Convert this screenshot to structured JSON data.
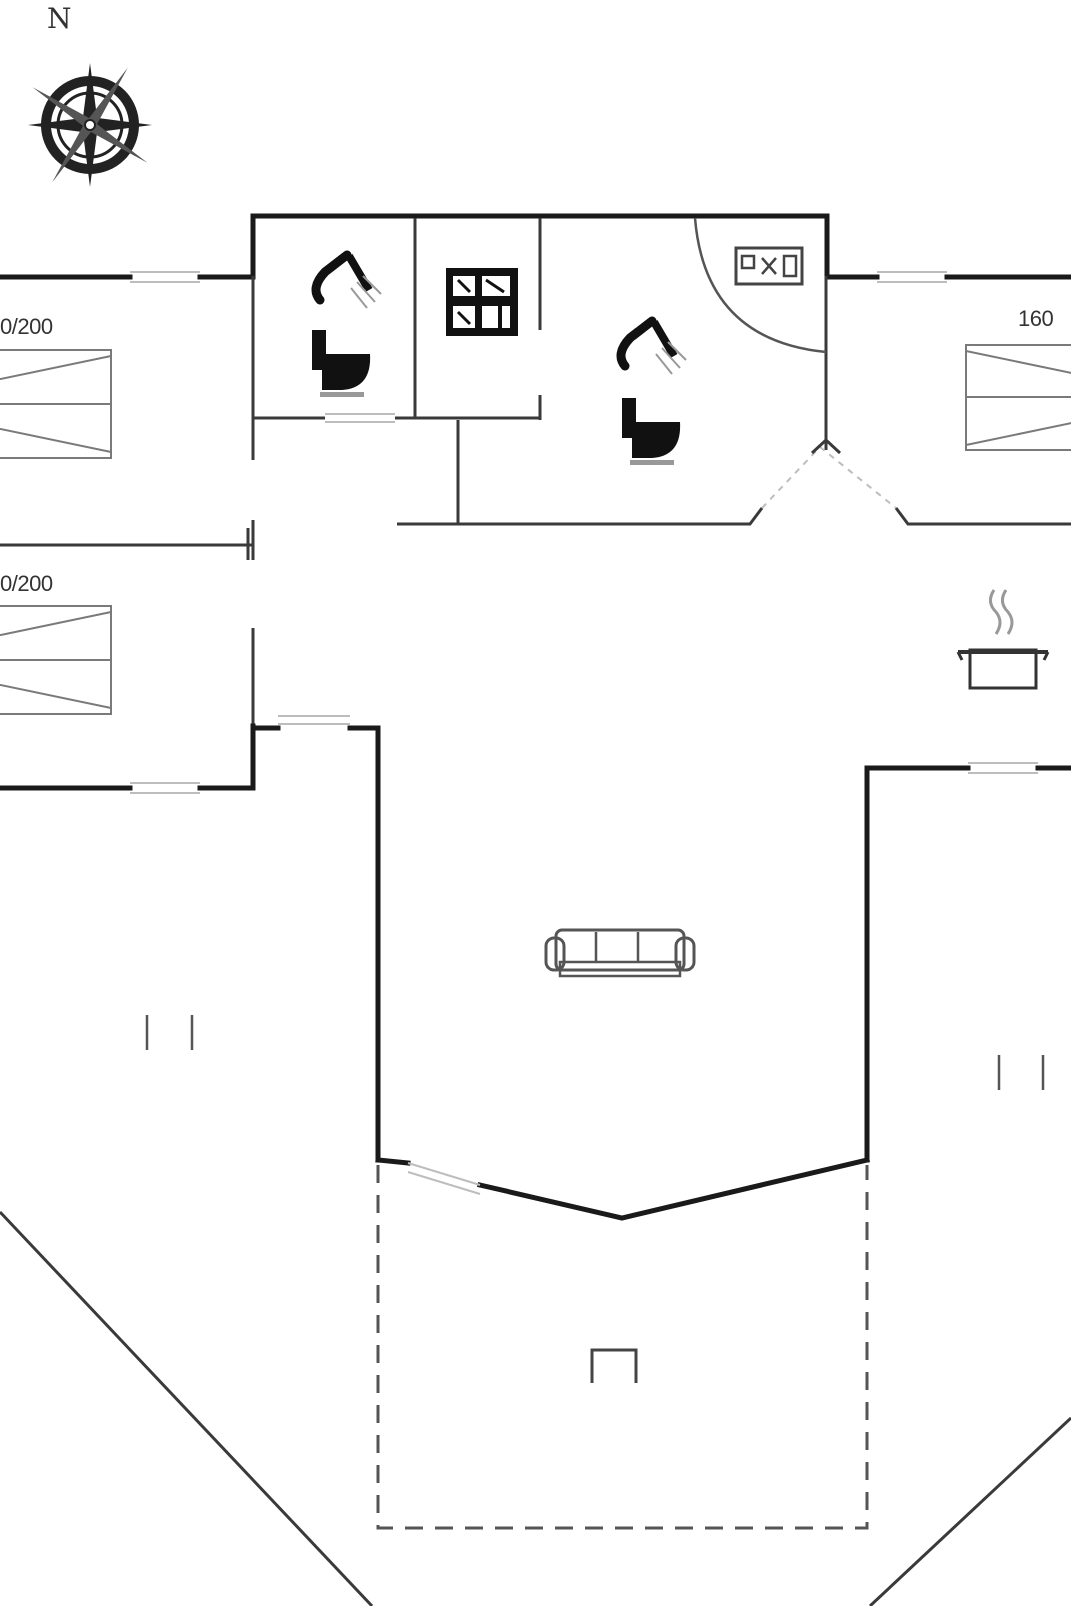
{
  "compass": {
    "north_label": "N",
    "icon": "compass-rose-icon"
  },
  "bed_labels": {
    "bed_left_upper": "0/200",
    "bed_left_lower": "0/200",
    "bed_right_upper": "160"
  },
  "icons": {
    "shower": "shower-icon",
    "toilet": "toilet-icon",
    "washer": "washing-machine-icon",
    "hob": "stove-icon",
    "pot": "cooking-pot-icon",
    "sofa": "sofa-icon",
    "bed": "bed-icon",
    "stool": "stool-icon"
  },
  "colors": {
    "wall": "#1a1a1a",
    "background": "#ffffff"
  }
}
